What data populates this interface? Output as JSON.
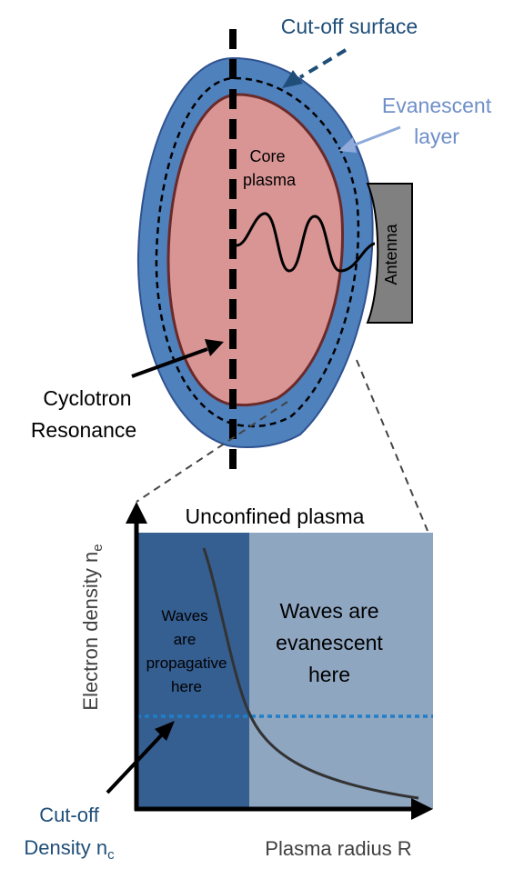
{
  "labels": {
    "cutoff_surface": "Cut-off surface",
    "evanescent_line1": "Evanescent",
    "evanescent_line2": "layer",
    "core_line1": "Core",
    "core_line2": "plasma",
    "antenna": "Antenna",
    "cyclotron_line1": "Cyclotron",
    "cyclotron_line2": "Resonance",
    "unconfined": "Unconfined plasma",
    "waves_prop_1": "Waves",
    "waves_prop_2": "are",
    "waves_prop_3": "propagative",
    "waves_prop_4": "here",
    "waves_evan_1": "Waves are",
    "waves_evan_2": "evanescent",
    "waves_evan_3": "here",
    "y_axis_main": "Electron density n",
    "y_axis_sub": "e",
    "cutoff_density_1": "Cut-off",
    "cutoff_density_2_main": "Density n",
    "cutoff_density_2_sub": "c",
    "x_axis": "Plasma radius R"
  },
  "colors": {
    "outer_blue": "#4f81bd",
    "dark_blue_arrow": "#1f4e79",
    "light_blue_label": "#8eaadb",
    "core_pink": "#d99594",
    "core_border": "#6b2a2a",
    "antenna_gray": "#808080",
    "propagative_region": "#355e91",
    "evanescent_region": "#8fa6c1",
    "cutoff_line": "#1f7fc8",
    "axis_label_gray": "#404040"
  }
}
